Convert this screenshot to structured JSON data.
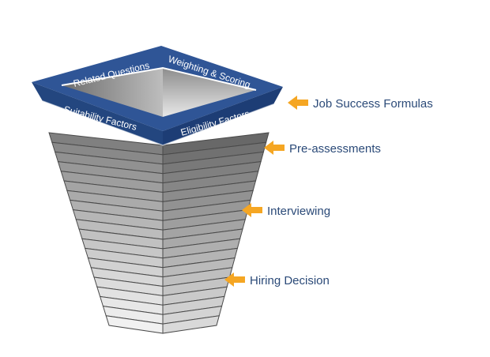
{
  "rim": {
    "top_left": "Related Questions",
    "top_right": "Weighting & Scoring",
    "front_left": "Suitability Factors",
    "front_right": "Eligibility Factors"
  },
  "stages": [
    {
      "label": "Job Success Formulas"
    },
    {
      "label": "Pre-assessments"
    },
    {
      "label": "Interviewing"
    },
    {
      "label": "Hiring Decision"
    }
  ],
  "colors": {
    "rim_blue": "#2f5596",
    "rim_blue_dark": "#1d3d75",
    "label_text": "#2b4a78",
    "arrow": "#f5a623"
  }
}
